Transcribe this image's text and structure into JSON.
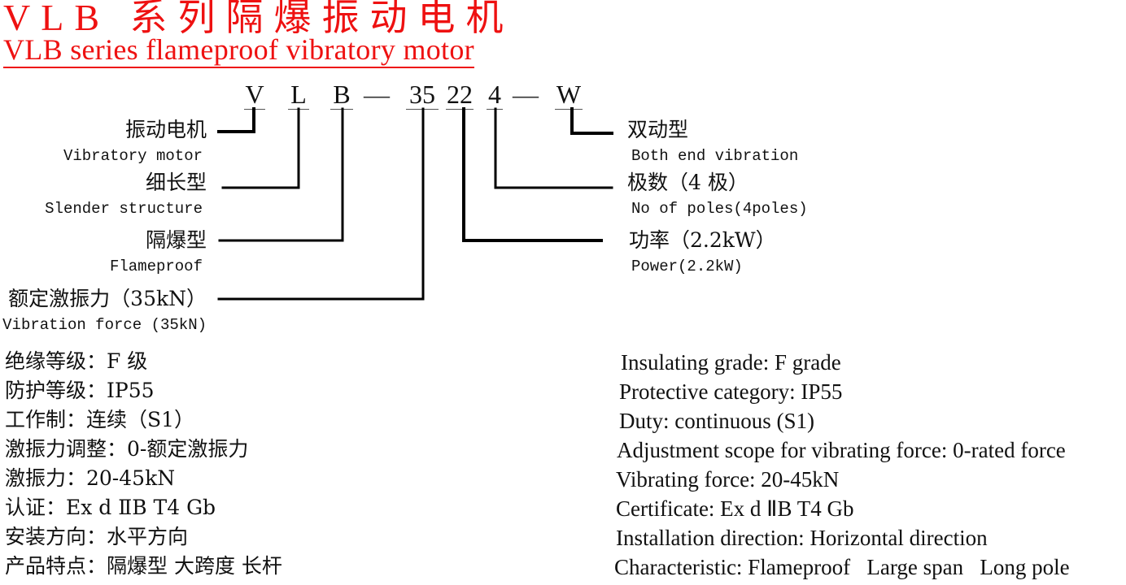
{
  "title": {
    "cn": "VLB 系列隔爆振动电机",
    "en": "VLB series flameproof vibratory motor"
  },
  "model_code": {
    "segments": [
      "V",
      "L",
      "B",
      "—",
      "35",
      "22",
      "4",
      "—",
      "W"
    ]
  },
  "left_labels": [
    {
      "cn": "振动电机",
      "en": "Vibratory motor",
      "code": "V"
    },
    {
      "cn": "细长型",
      "en": "Slender structure",
      "code": "L"
    },
    {
      "cn": "隔爆型",
      "en": "Flameproof",
      "code": "B"
    },
    {
      "cn": "额定激振力（35kN）",
      "en": "Vibration force (35kN)",
      "code": "35"
    }
  ],
  "right_labels": [
    {
      "cn": "双动型",
      "en": "Both end vibration",
      "code": "W"
    },
    {
      "cn": "极数（4 极）",
      "en": "No of poles(4poles)",
      "code": "4"
    },
    {
      "cn": "功率（2.2kW）",
      "en": "Power(2.2kW)",
      "code": "22"
    }
  ],
  "specs_cn": [
    "绝缘等级：F 级",
    "防护等级：IP55",
    "工作制：连续（S1）",
    "激振力调整：0-额定激振力",
    "激振力：20-45kN",
    "认证：Ex d  ⅡB T4 Gb",
    "安装方向：水平方向",
    "产品特点：隔爆型  大跨度  长杆"
  ],
  "specs_en": [
    "Insulating grade: F grade",
    "Protective category: IP55",
    "Duty: continuous (S1)",
    "Adjustment scope for vibrating force: 0-rated force",
    "Vibrating force: 20-45kN",
    "Certificate: Ex d  ⅡB T4 Gb",
    "Installation direction: Horizontal direction",
    "Characteristic: Flameproof   Large span   Long pole"
  ],
  "colors": {
    "title": "#ee1111",
    "text": "#111111",
    "lines": "#000000"
  }
}
